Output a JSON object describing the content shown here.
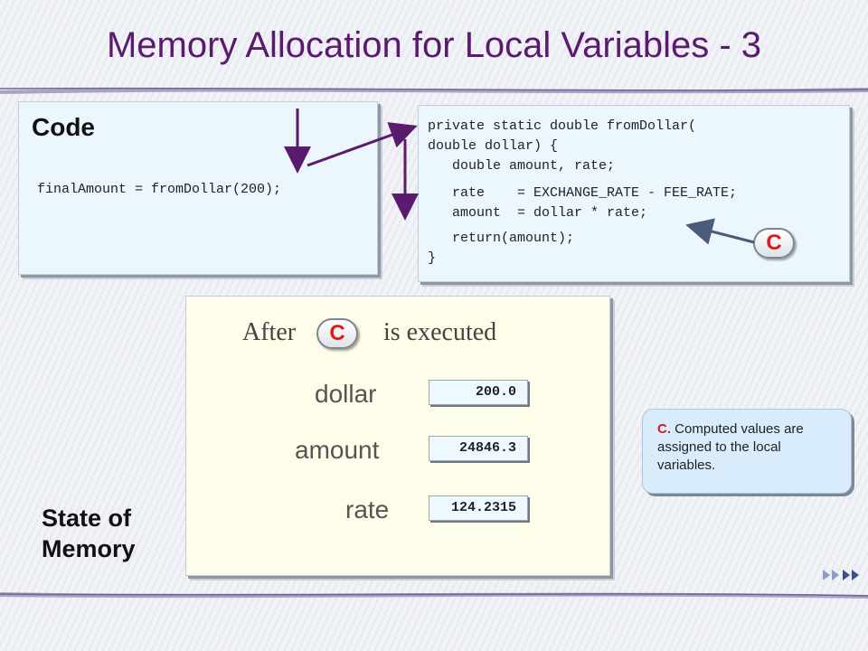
{
  "slide": {
    "title": "Memory Allocation for Local Variables - 3"
  },
  "code_panel": {
    "heading": "Code",
    "statement": "finalAmount = fromDollar(200);"
  },
  "method_panel": {
    "lines": [
      "private static double fromDollar(",
      "double dollar) {",
      "   double amount, rate;",
      "   rate    = EXCHANGE_RATE - FEE_RATE;",
      "   amount  = dollar * rate;",
      "   return(amount);",
      "}"
    ],
    "marker": "C"
  },
  "memory_panel": {
    "prefix": "After",
    "marker": "C",
    "suffix": "is executed",
    "variables": [
      {
        "name": "dollar",
        "value": "200.0"
      },
      {
        "name": "amount",
        "value": "24846.3"
      },
      {
        "name": "rate",
        "value": "124.2315"
      }
    ]
  },
  "state_label": {
    "line1": "State of",
    "line2": "Memory"
  },
  "callout": {
    "key": "C.",
    "text": " Computed values are assigned to the local variables."
  },
  "colors": {
    "title": "#5a1a6e",
    "arrow": "#5a1a6e",
    "marker": "#e01818",
    "code_bg": "#ecf6fd",
    "memory_bg": "#fdfde9"
  },
  "icons": {
    "nav": "next-slide-arrows-icon"
  }
}
